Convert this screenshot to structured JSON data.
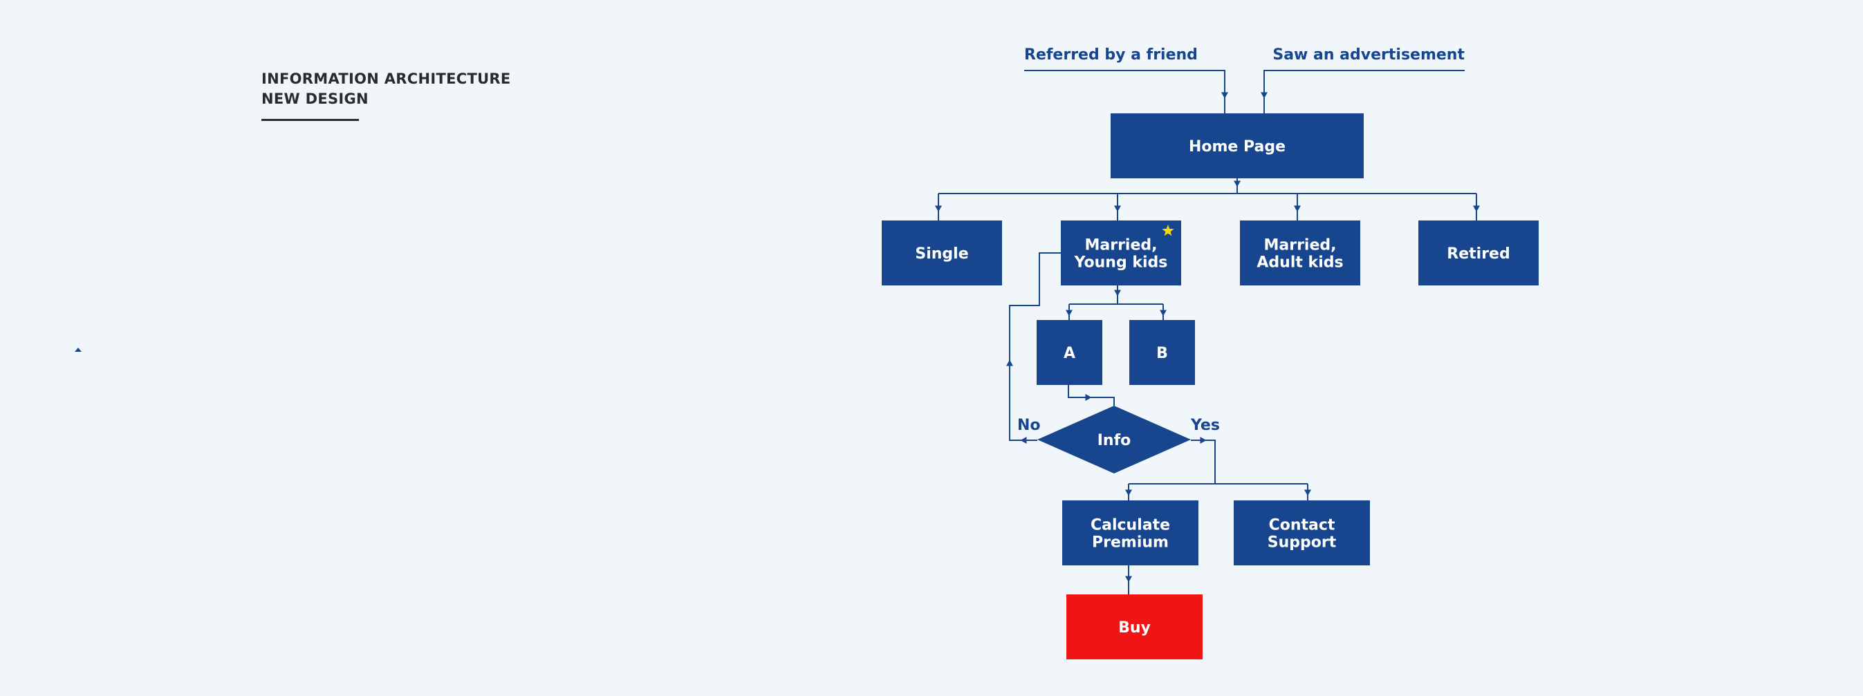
{
  "header": {
    "title_line1": "INFORMATION ARCHITECTURE",
    "title_line2": "NEW DESIGN"
  },
  "colors": {
    "background": "#f1f6fa",
    "node_fill": "#17468f",
    "highlight_fill": "#ef1515",
    "node_text": "#ffffff",
    "edge": "#17468f",
    "label_text": "#17468f",
    "star": "#f6d80e",
    "heading_text": "#2b2b2b"
  },
  "diagram": {
    "sources": [
      {
        "id": "referred",
        "label": "Referred by a friend"
      },
      {
        "id": "advert",
        "label": "Saw an advertisement"
      }
    ],
    "nodes": [
      {
        "id": "home",
        "label": [
          "Home Page"
        ],
        "shape": "rect"
      },
      {
        "id": "single",
        "label": [
          "Single"
        ],
        "shape": "rect"
      },
      {
        "id": "married-young",
        "label": [
          "Married,",
          "Young kids"
        ],
        "shape": "rect",
        "marker": "star-icon"
      },
      {
        "id": "married-adult",
        "label": [
          "Married,",
          "Adult kids"
        ],
        "shape": "rect"
      },
      {
        "id": "retired",
        "label": [
          "Retired"
        ],
        "shape": "rect"
      },
      {
        "id": "a",
        "label": [
          "A"
        ],
        "shape": "rect"
      },
      {
        "id": "b",
        "label": [
          "B"
        ],
        "shape": "rect"
      },
      {
        "id": "info",
        "label": [
          "Info"
        ],
        "shape": "diamond"
      },
      {
        "id": "calc",
        "label": [
          "Calculate",
          "Premium"
        ],
        "shape": "rect"
      },
      {
        "id": "contact",
        "label": [
          "Contact",
          "Support"
        ],
        "shape": "rect"
      },
      {
        "id": "buy",
        "label": [
          "Buy"
        ],
        "shape": "rect",
        "highlight": true
      }
    ],
    "edges": [
      {
        "from": "referred",
        "to": "home"
      },
      {
        "from": "advert",
        "to": "home"
      },
      {
        "from": "home",
        "to": "single"
      },
      {
        "from": "home",
        "to": "married-young"
      },
      {
        "from": "home",
        "to": "married-adult"
      },
      {
        "from": "home",
        "to": "retired"
      },
      {
        "from": "married-young",
        "to": "a"
      },
      {
        "from": "married-young",
        "to": "b"
      },
      {
        "from": "a",
        "to": "info"
      },
      {
        "from": "info",
        "to": "married-young",
        "label": "No"
      },
      {
        "from": "info",
        "to": "calc",
        "label": "Yes"
      },
      {
        "from": "info",
        "to": "contact",
        "label": "Yes"
      },
      {
        "from": "calc",
        "to": "buy"
      }
    ],
    "branch_labels": {
      "no": "No",
      "yes": "Yes"
    }
  }
}
